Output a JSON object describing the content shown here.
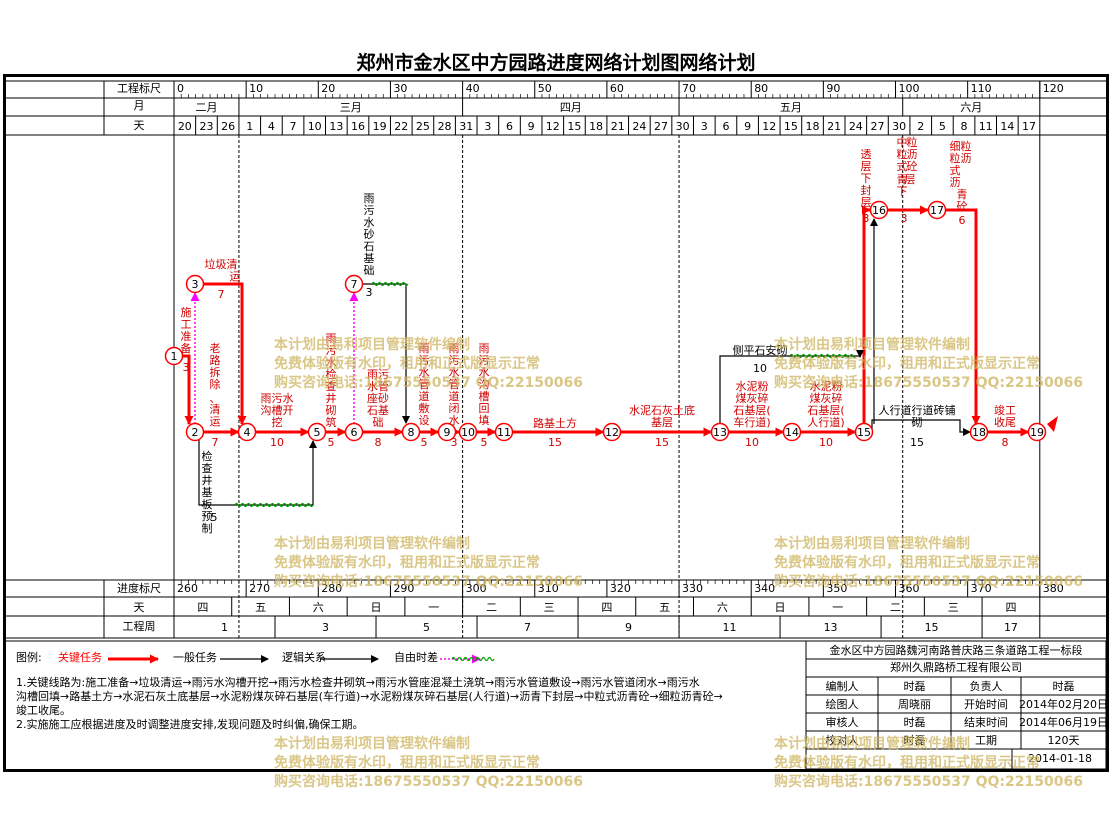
{
  "title": "郑州市金水区中方园路进度网络计划图网络计划",
  "header": {
    "row_labels": {
      "scale": "工程标尺",
      "month": "月",
      "day": "天"
    },
    "scale_ticks": [
      "0",
      "10",
      "20",
      "30",
      "40",
      "50",
      "60",
      "70",
      "80",
      "90",
      "100",
      "110",
      "120"
    ],
    "months": [
      "二月",
      "三月",
      "四月",
      "五月",
      "六月"
    ],
    "days": [
      "20",
      "23",
      "26",
      "1",
      "4",
      "7",
      "10",
      "13",
      "16",
      "19",
      "22",
      "25",
      "28",
      "31",
      "3",
      "6",
      "9",
      "12",
      "15",
      "18",
      "21",
      "24",
      "27",
      "30",
      "3",
      "6",
      "9",
      "12",
      "15",
      "18",
      "21",
      "24",
      "27",
      "30",
      "2",
      "5",
      "8",
      "11",
      "14",
      "17"
    ]
  },
  "footer": {
    "row_labels": {
      "scale": "进度标尺",
      "weekday": "天",
      "week": "工程周"
    },
    "scale_ticks": [
      "260",
      "270",
      "280",
      "290",
      "300",
      "310",
      "320",
      "330",
      "340",
      "350",
      "360",
      "370",
      "380"
    ],
    "weekdays": [
      "四",
      "五",
      "六",
      "日",
      "一",
      "二",
      "三",
      "四",
      "五",
      "六",
      "日",
      "一",
      "二",
      "三",
      "四"
    ],
    "weeks": [
      "1",
      "3",
      "5",
      "7",
      "9",
      "11",
      "13",
      "15",
      "17"
    ]
  },
  "network": {
    "nodes": [
      "1",
      "2",
      "3",
      "4",
      "5",
      "6",
      "7",
      "8",
      "9",
      "10",
      "11",
      "12",
      "13",
      "14",
      "15",
      "16",
      "17",
      "18",
      "19"
    ],
    "activities": [
      {
        "name": "施工准备",
        "duration": "3",
        "type": "critical"
      },
      {
        "name": "垃圾清运",
        "duration": "7",
        "type": "critical"
      },
      {
        "name": "老路拆除、清运",
        "duration": "7",
        "type": "critical"
      },
      {
        "name": "雨污水沟槽开挖",
        "duration": "10",
        "type": "critical"
      },
      {
        "name": "检查井砌筑",
        "duration": "5",
        "type": "critical"
      },
      {
        "name": "雨污水管座砂石基础",
        "duration": "8",
        "type": "critical"
      },
      {
        "name": "雨污水管道敷设",
        "duration": "5",
        "type": "critical"
      },
      {
        "name": "雨污水管道闭水",
        "duration": "3",
        "type": "critical"
      },
      {
        "name": "雨污水沟槽回填",
        "duration": "5",
        "type": "critical"
      },
      {
        "name": "路基土方",
        "duration": "15",
        "type": "critical"
      },
      {
        "name": "水泥石灰土底基层",
        "duration": "15",
        "type": "critical"
      },
      {
        "name": "水泥粉煤灰碎石基层(车行道)",
        "duration": "10",
        "type": "critical"
      },
      {
        "name": "水泥粉煤灰碎石基层(人行道)",
        "duration": "10",
        "type": "critical"
      },
      {
        "name": "透层下封层",
        "duration": "3",
        "type": "critical"
      },
      {
        "name": "中粒式沥青砼",
        "duration": "3",
        "type": "critical"
      },
      {
        "name": "细粒式沥青砼上面层",
        "duration": "6",
        "type": "critical"
      },
      {
        "name": "竣工收尾",
        "duration": "8",
        "type": "critical"
      },
      {
        "name": "检查井基板预制",
        "duration": "5",
        "type": "general"
      },
      {
        "name": "雨污水砂石基础",
        "duration": "3",
        "type": "general"
      },
      {
        "name": "侧平石安砌",
        "duration": "10",
        "type": "general"
      },
      {
        "name": "人行道行道砖铺砌",
        "duration": "15",
        "type": "general"
      }
    ]
  },
  "legend": {
    "label": "图例:",
    "items": [
      "关键任务",
      "一般任务",
      "逻辑关系",
      "自由时差"
    ],
    "colors": {
      "critical": "#ff0000",
      "general": "#000000",
      "logic": "#ff00ff",
      "float": "#00a000"
    }
  },
  "notes": [
    "1.关键线路为:施工准备→垃圾清运→雨污水沟槽开挖→雨污水检查井砌筑→雨污水管座混凝土浇筑→雨污水管道敷设→雨污水管道闭水→雨污水",
    "沟槽回填→路基土方→水泥石灰土底基层→水泥粉煤灰碎石基层(车行道)→水泥粉煤灰碎石基层(人行道)→沥青下封层→中粒式沥青砼→细粒沥青砼→",
    "竣工收尾。",
    "2.实施施工应根据进度及时调整进度安排,发现问题及时纠偏,确保工期。"
  ],
  "info_table": {
    "project": "金水区中方园路魏河南路普庆路三条道路工程一标段",
    "company": "郑州久鼎路桥工程有限公司",
    "rows": [
      [
        "编制人",
        "时磊",
        "负责人",
        "时磊"
      ],
      [
        "绘图人",
        "周晓丽",
        "开始时间",
        "2014年02月20日"
      ],
      [
        "审核人",
        "时磊",
        "结束时间",
        "2014年06月19日"
      ],
      [
        "校对人",
        "时磊",
        "工期",
        "120天"
      ]
    ],
    "date": "2014-01-18"
  },
  "watermark": {
    "lines": [
      "本计划由易利项目管理软件编制",
      "免费体验版有水印，租用和正式版显示正常",
      "购买咨询电话:18675550537 QQ:22150066"
    ]
  }
}
